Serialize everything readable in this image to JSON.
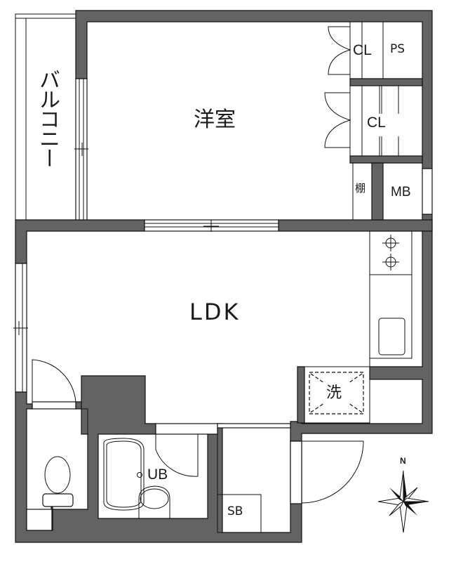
{
  "floor_plan": {
    "rooms": {
      "western_room": "洋室",
      "ldk": "LDK",
      "balcony": "バルコニー",
      "closet_top": "CL",
      "pipe_space": "PS",
      "closet_middle": "CL",
      "shelf": "棚",
      "meter_box": "MB",
      "washer": "洗",
      "unit_bath": "UB",
      "shoe_box": "SB"
    },
    "compass": {
      "label": "N"
    },
    "colors": {
      "wall": "#636363",
      "line": "#111111",
      "background": "#ffffff"
    }
  }
}
